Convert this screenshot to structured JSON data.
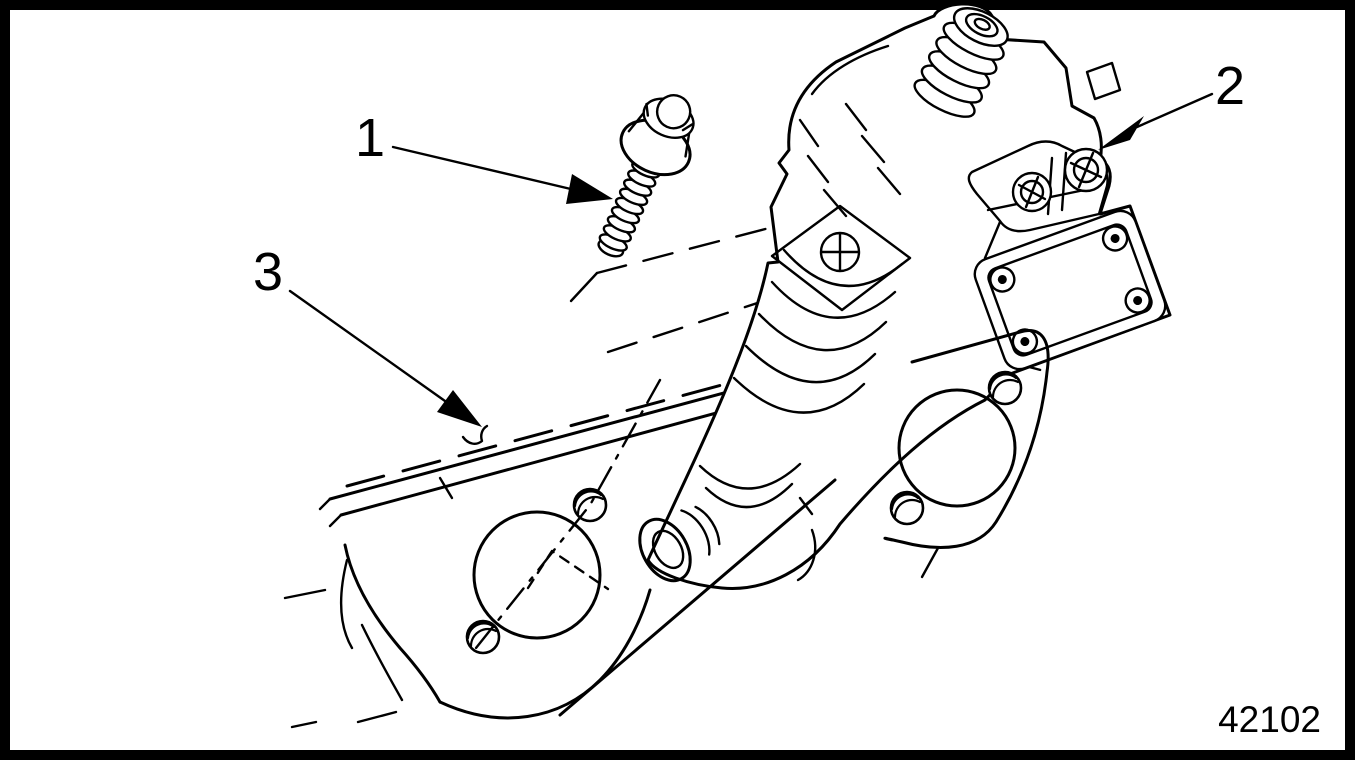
{
  "figure": {
    "callouts": [
      {
        "label": "1"
      },
      {
        "label": "2"
      },
      {
        "label": "3"
      }
    ],
    "figure_number": "42102",
    "colors": {
      "line": "#000000",
      "background": "#ffffff"
    }
  }
}
